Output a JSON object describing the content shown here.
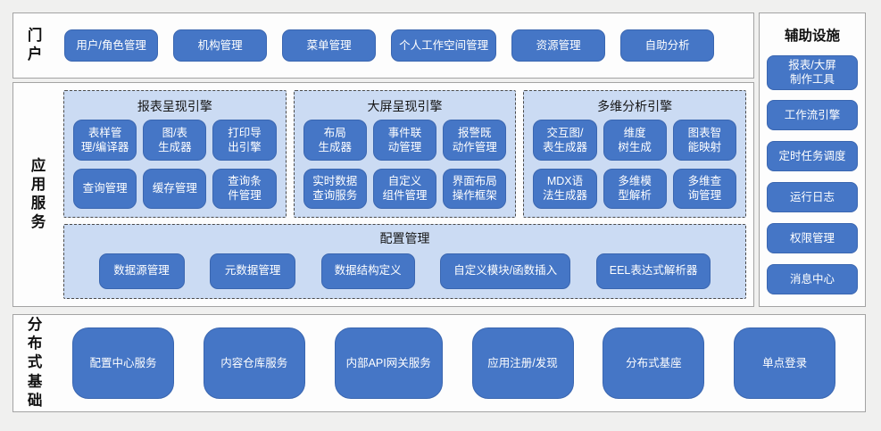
{
  "colors": {
    "page_bg": "#f0f0ef",
    "box_bg": "#fdfdfd",
    "box_border": "#a3a3a3",
    "panel_bg": "#cbdbf3",
    "panel_border": "#4a4a4a",
    "button_blue": "#4576c6",
    "button_text": "#ffffff",
    "label_text": "#111111"
  },
  "portal": {
    "label": "门户",
    "items": [
      "用户/角色管理",
      "机构管理",
      "菜单管理",
      "个人工作空间管理",
      "资源管理",
      "自助分析"
    ]
  },
  "app_services": {
    "label": "应用服务",
    "engines": [
      {
        "title": "报表呈现引擎",
        "items": [
          "表样管理/编译器",
          "图/表生成器",
          "打印导出引擎",
          "查询管理",
          "缓存管理",
          "查询条件管理"
        ]
      },
      {
        "title": "大屏呈现引擎",
        "items": [
          "布局生成器",
          "事件联动管理",
          "报警既动作管理",
          "实时数据查询服务",
          "自定义组件管理",
          "界面布局操作框架"
        ]
      },
      {
        "title": "多维分析引擎",
        "items": [
          "交互图/表生成器",
          "维度树生成",
          "图表智能映射",
          "MDX语法生成器",
          "多维模型解析",
          "多维查询管理"
        ]
      }
    ],
    "config": {
      "title": "配置管理",
      "items": [
        "数据源管理",
        "元数据管理",
        "数据结构定义",
        "自定义模块/函数插入",
        "EEL表达式解析器"
      ]
    }
  },
  "auxiliary": {
    "label": "辅助设施",
    "items": [
      "报表/大屏制作工具",
      "工作流引擎",
      "定时任务调度",
      "运行日志",
      "权限管理",
      "消息中心"
    ]
  },
  "foundation": {
    "label": "分布式基础",
    "items": [
      "配置中心服务",
      "内容仓库服务",
      "内部API网关服务",
      "应用注册/发现",
      "分布式基座",
      "单点登录"
    ]
  }
}
